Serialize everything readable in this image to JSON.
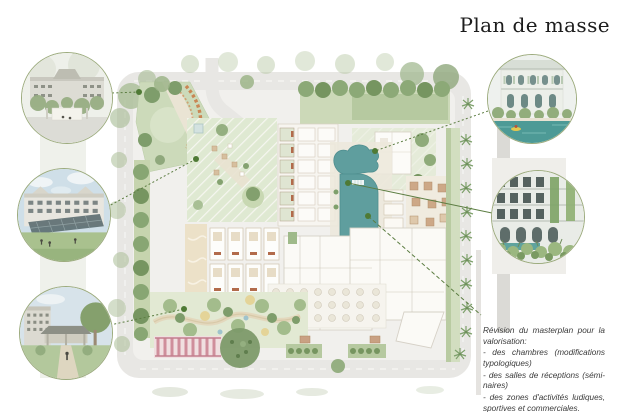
{
  "page": {
    "title": "Plan de masse",
    "background": "#ffffff"
  },
  "annotation": {
    "paragraphs": [
      "Révision du masterplan pour la valorisation:",
      "- des chambres (modifications typologiques)",
      "- des salles de réceptions (sémi-naires)",
      "- des zones d'activités ludiques, sportives et commerciales."
    ]
  },
  "vignettes": [
    {
      "name": "hotel-courtyard-rendering"
    },
    {
      "name": "glass-canopy-hotel-rendering"
    },
    {
      "name": "garden-pavilion-rendering"
    },
    {
      "name": "villa-with-pool-rendering"
    },
    {
      "name": "hotel-facade-pool-rendering"
    }
  ],
  "colors": {
    "pool_teal": "#5f9e9e",
    "lawn_green": "#ccdaba",
    "hedge_green": "#b6c9a0",
    "tree_green": "#7e9d6b",
    "leader_line_green": "#5c7d42",
    "flower_orange": "#c97c49",
    "pergola_pink": "#cf8e9b",
    "divider_bar": "#000000"
  }
}
